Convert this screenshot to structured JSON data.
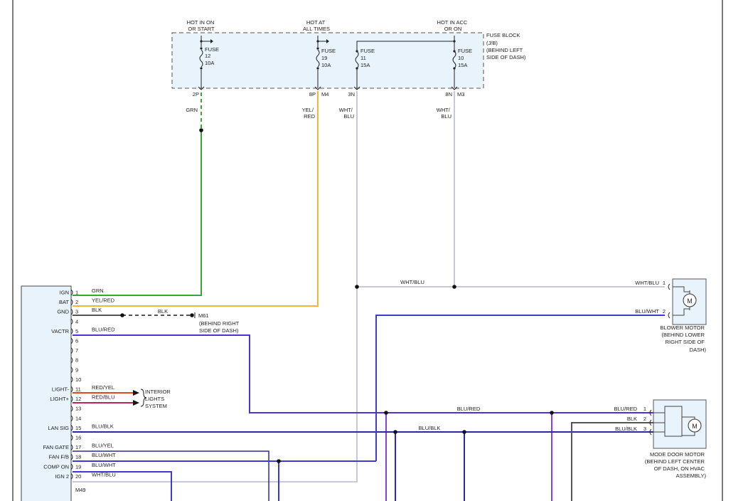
{
  "fuse_block": {
    "labels": [
      "FUSE BLOCK",
      "(J/B)",
      "(BEHIND LEFT",
      "SIDE OF DASH)"
    ],
    "feeds": [
      {
        "hot": [
          "HOT IN ON",
          "OR START"
        ],
        "fuse": [
          "FUSE",
          "12",
          "10A"
        ],
        "pin": "2P",
        "conn": ""
      },
      {
        "hot": [
          "HOT AT",
          "ALL TIMES"
        ],
        "fuse": [
          "FUSE",
          "19",
          "10A"
        ],
        "pin": "8P",
        "conn": "M4"
      },
      {
        "hot": [],
        "fuse": [
          "FUSE",
          "11",
          "15A"
        ],
        "pin": "3N",
        "conn": ""
      },
      {
        "hot": [
          "HOT IN ACC",
          "OR ON"
        ],
        "fuse": [
          "FUSE",
          "10",
          "15A"
        ],
        "pin": "8N",
        "conn": "M3"
      }
    ]
  },
  "wire_labels": {
    "grn_v": "GRN",
    "yelred_v": [
      "YEL/",
      "RED"
    ],
    "whtblu_v1": [
      "WHT/",
      "BLU"
    ],
    "whtblu_v2": [
      "WHT/",
      "BLU"
    ],
    "whtblu_h": "WHT/BLU",
    "blured_h": "BLU/RED",
    "blublk_h": "BLU/BLK",
    "blk_h": "BLK"
  },
  "module": {
    "connector": "M49",
    "pins": [
      {
        "num": "1",
        "name": "IGN",
        "wire": "GRN"
      },
      {
        "num": "2",
        "name": "BAT",
        "wire": "YEL/RED"
      },
      {
        "num": "3",
        "name": "GND",
        "wire": "BLK"
      },
      {
        "num": "4",
        "name": "",
        "wire": ""
      },
      {
        "num": "5",
        "name": "VACTR",
        "wire": "BLU/RED"
      },
      {
        "num": "6",
        "name": "",
        "wire": ""
      },
      {
        "num": "7",
        "name": "",
        "wire": ""
      },
      {
        "num": "8",
        "name": "",
        "wire": ""
      },
      {
        "num": "9",
        "name": "",
        "wire": ""
      },
      {
        "num": "10",
        "name": "",
        "wire": ""
      },
      {
        "num": "11",
        "name": "LIGHT-",
        "wire": "RED/YEL"
      },
      {
        "num": "12",
        "name": "LIGHT+",
        "wire": "RED/BLU"
      },
      {
        "num": "13",
        "name": "",
        "wire": ""
      },
      {
        "num": "14",
        "name": "",
        "wire": ""
      },
      {
        "num": "15",
        "name": "LAN SIG",
        "wire": "BLU/BLK"
      },
      {
        "num": "16",
        "name": "",
        "wire": ""
      },
      {
        "num": "17",
        "name": "FAN GATE",
        "wire": "BLU/YEL"
      },
      {
        "num": "18",
        "name": "FAN F/B",
        "wire": "BLU/WHT"
      },
      {
        "num": "19",
        "name": "COMP ON",
        "wire": "BLU/WHT"
      },
      {
        "num": "20",
        "name": "IGN 2",
        "wire": "WHT/BLU"
      }
    ]
  },
  "ground": {
    "id": "M61",
    "location": [
      "(BEHIND RIGHT",
      "SIDE OF DASH)"
    ]
  },
  "interior_lights": [
    "INTERIOR",
    "LIGHTS",
    "SYSTEM"
  ],
  "blower_motor": {
    "symbol": "M",
    "pins": [
      {
        "wire": "WHT/BLU",
        "num": "1"
      },
      {
        "wire": "BLU/WHT",
        "num": "2"
      }
    ],
    "label": [
      "BLOWER MOTOR",
      "(BEHIND LOWER",
      "RIGHT SIDE OF",
      "DASH)"
    ]
  },
  "mode_door_motor": {
    "symbol": "M",
    "pins": [
      {
        "wire": "BLU/RED",
        "num": "1"
      },
      {
        "wire": "BLK",
        "num": "2"
      },
      {
        "wire": "BLU/BLK",
        "num": "3"
      }
    ],
    "label": [
      "MODE DOOR MOTOR",
      "(BEHIND LEFT CENTER",
      "OF DASH, ON HVAC",
      "ASSEMBLY)"
    ]
  },
  "colors": {
    "grn": "#3aa33a",
    "yel": "#f2b53a",
    "wht": "#c8c8dc",
    "blu": "#3b3bd0",
    "purple": "#8a3fd6",
    "blk": "#555555",
    "red": "#e04a1a",
    "redblu": "#c0235a",
    "fuse_fill": "#e8f3fb"
  }
}
